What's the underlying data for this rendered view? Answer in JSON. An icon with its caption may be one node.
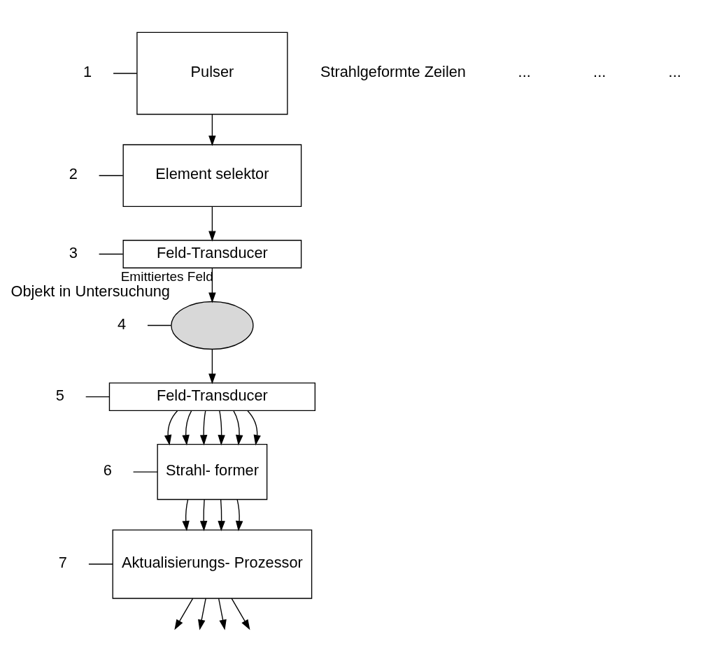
{
  "diagram": {
    "nodes": [
      {
        "text": [
          "Pulser"
        ]
      },
      {
        "text": [
          "Element selektor"
        ]
      },
      {
        "text": [
          "Feld-Transducer"
        ]
      },
      {
        "text": [],
        "shape": "circle",
        "beside": [
          "Objekt in Untersuchung"
        ]
      },
      {
        "text": [
          "Feld-Transducer"
        ]
      },
      {
        "text": [
          "Strahl- former"
        ]
      },
      {
        "text": [
          "Aktualisierungs- Prozessor"
        ]
      },
      {
        "text": [
          "1"
        ]
      },
      {
        "text": [
          "2"
        ]
      },
      {
        "text": [
          "3"
        ]
      },
      {
        "text": [
          "4"
        ]
      },
      {
        "text": [
          "5"
        ]
      },
      {
        "text": [
          "6"
        ]
      },
      {
        "text": [
          "7"
        ]
      }
    ],
    "edges": [
      {
        "from": 0,
        "to": 1,
        "arrow": "to"
      },
      {
        "from": 1,
        "to": 2,
        "arrow": "to"
      },
      {
        "from": 2,
        "to": 3,
        "arrow": "to",
        "label": "Emittiertes Feld"
      },
      {
        "from": 3,
        "to": 4,
        "arrow": "to"
      },
      {
        "from": 4,
        "to": 5,
        "arrow": "to"
      },
      {
        "from": 4,
        "to": 5,
        "arrow": "to"
      },
      {
        "from": 4,
        "to": 5,
        "arrow": "to"
      },
      {
        "from": 4,
        "to": 5,
        "arrow": "to"
      },
      {
        "from": 4,
        "to": 5,
        "arrow": "to"
      },
      {
        "from": 4,
        "to": 5,
        "arrow": "to"
      },
      {
        "from": 5,
        "to": 6,
        "arrow": "to"
      },
      {
        "from": 5,
        "to": 6,
        "arrow": "to"
      },
      {
        "from": 5,
        "to": 6,
        "arrow": "to"
      },
      {
        "from": 5,
        "to": 6,
        "arrow": "to"
      },
      {
        "from": 6,
        "to": null,
        "arrow": "to"
      },
      {
        "from": 6,
        "to": null,
        "arrow": "to"
      },
      {
        "from": 6,
        "to": null,
        "arrow": "to"
      },
      {
        "from": 6,
        "to": null,
        "arrow": "to"
      },
      {
        "from": 7,
        "to": 0,
        "arrow": "none"
      },
      {
        "from": 8,
        "to": 1,
        "arrow": "none"
      },
      {
        "from": 9,
        "to": 2,
        "arrow": "none"
      },
      {
        "from": 10,
        "to": 3,
        "arrow": "none"
      },
      {
        "from": 11,
        "to": 4,
        "arrow": "none"
      },
      {
        "from": 12,
        "to": 5,
        "arrow": "none"
      },
      {
        "from": 13,
        "to": 6,
        "arrow": "none"
      }
    ],
    "labels": [
      "Strahlgeformte Zeilen",
      "...",
      "...",
      "..."
    ]
  }
}
